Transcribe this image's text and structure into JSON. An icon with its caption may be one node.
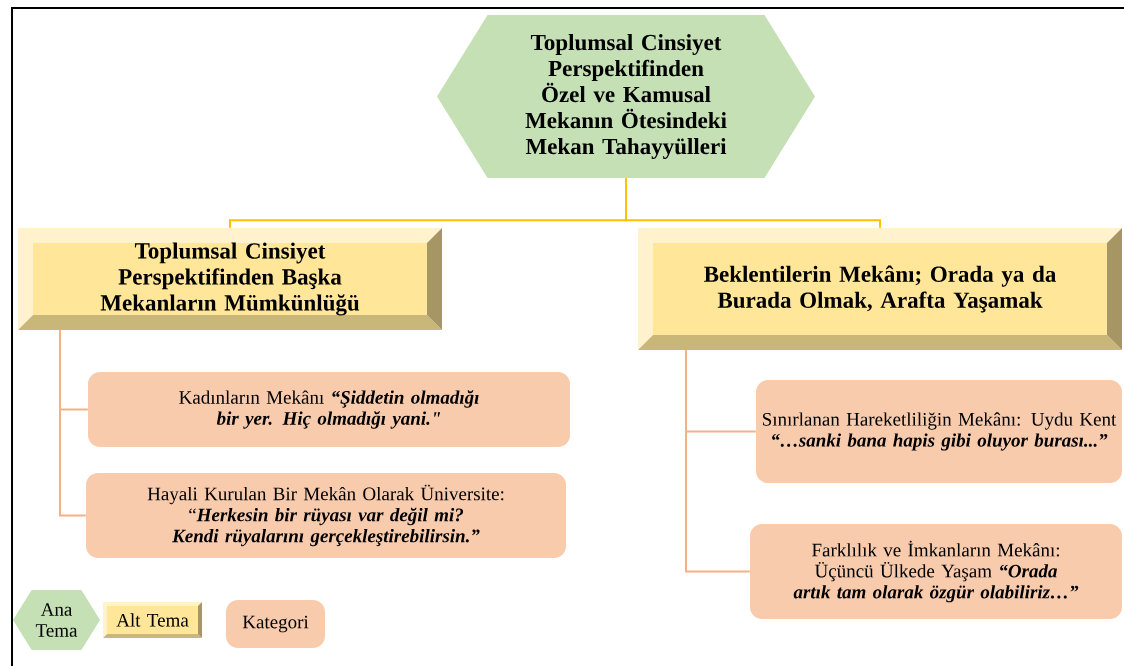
{
  "diagram": {
    "nodes": [
      {
        "text": [
          "Toplumsal Cinsiyet Perspektifinden Özel ve Kamusal Mekanın Ötesindeki Mekan Tahayyülleri"
        ]
      },
      {
        "text": [
          "Toplumsal Cinsiyet Perspektifinden Başka Mekanların Mümkünlüğü"
        ]
      },
      {
        "text": [
          "Beklentilerin Mekânı; Orada ya da Burada Olmak, Arafta Yaşamak"
        ]
      },
      {
        "text": [
          "Kadınların Mekânı *“Şiddetin olmadığı bir yer. Hiç olmadığı yani.\"*"
        ]
      },
      {
        "text": [
          "Hayali Kurulan Bir Mekân Olarak Üniversite: “*Herkesin bir rüyası var değil mi? Kendi rüyalarını gerçekleştirebilirsin.”*"
        ]
      },
      {
        "text": [
          "Sınırlanan Hareketliliğin Mekânı: Uydu Kent *“…sanki bana hapis gibi oluyor burası...”*"
        ]
      },
      {
        "text": [
          "Farklılık ve İmkanların Mekânı: Üçüncü Ülkede Yaşam *“Orada artık tam olarak özgür olabiliriz…”*"
        ]
      },
      {
        "text": [
          "Ana Tema"
        ]
      },
      {
        "text": [
          "Alt Tema"
        ]
      },
      {
        "text": [
          "Kategori"
        ]
      }
    ],
    "edges": [
      {
        "from": 0,
        "to": 1,
        "arrow": "none",
        "color": "#ffc000"
      },
      {
        "from": 0,
        "to": 2,
        "arrow": "none",
        "color": "#ffc000"
      },
      {
        "from": 1,
        "to": 3,
        "arrow": "none"
      },
      {
        "from": 1,
        "to": 4,
        "arrow": "none"
      },
      {
        "from": 2,
        "to": 5,
        "arrow": "none"
      },
      {
        "from": 2,
        "to": 6,
        "arrow": "none"
      }
    ]
  }
}
